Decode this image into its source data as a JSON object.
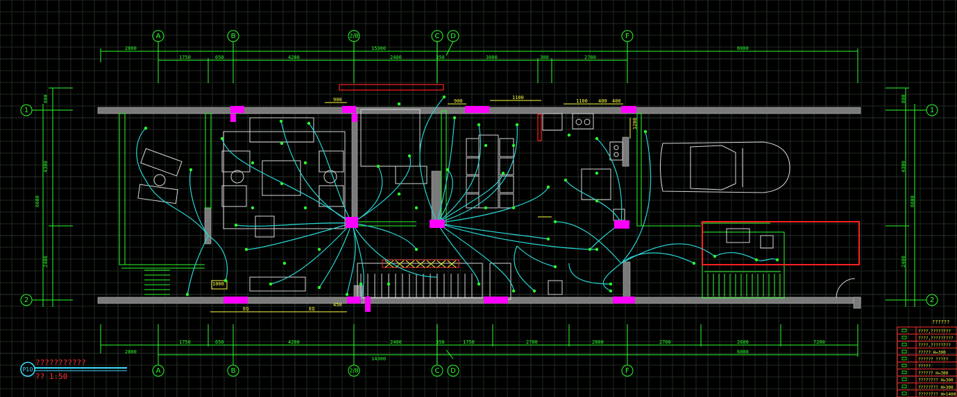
{
  "drawing": {
    "axes_top": [
      "A",
      "B",
      "2/B",
      "C",
      "D",
      "F"
    ],
    "axes_bottom": [
      "A",
      "B",
      "2/B",
      "C",
      "D",
      "F"
    ],
    "axes_side": [
      "1",
      "2"
    ],
    "dims_top_overall": [
      "2800",
      "15300",
      "6000"
    ],
    "dims_top_segments": [
      "1750",
      "650",
      "4200",
      "2400",
      "350",
      "3000",
      "300",
      "2700"
    ],
    "dims_bottom_overall": [
      "2800",
      "14300",
      "6000"
    ],
    "dims_bottom_segments": [
      "1750",
      "650",
      "4200",
      "2400",
      "350",
      "1750",
      "2700",
      "2800",
      "2700",
      "2600",
      "7200"
    ],
    "dims_left": [
      "800",
      "4300",
      "6600",
      "2400"
    ],
    "dims_right": [
      "800",
      "4300",
      "6600",
      "2400"
    ],
    "room_dims": [
      "900",
      "900",
      "1100",
      "1100",
      "400",
      "400",
      "1200",
      "1000",
      "EQ",
      "EQ",
      "450"
    ],
    "title_badge": "P10",
    "title_text": "???????????",
    "scale_text": "?? 1:50",
    "legend_title": "??????",
    "legend_rows": [
      "????,????????",
      "????,?????????",
      "????,????????",
      "?????   H=300",
      "??????   ?????",
      "?????",
      "??????   H=300",
      "????????   H=300",
      "????????   H=300",
      "????????   H=1400"
    ]
  },
  "colors": {
    "background": "#000000",
    "dimension": "#2cff2c",
    "wiring": "#29d6d6",
    "socket": "#ff00ff",
    "highlight": "#ff2020",
    "text_yellow": "#ffff40"
  }
}
